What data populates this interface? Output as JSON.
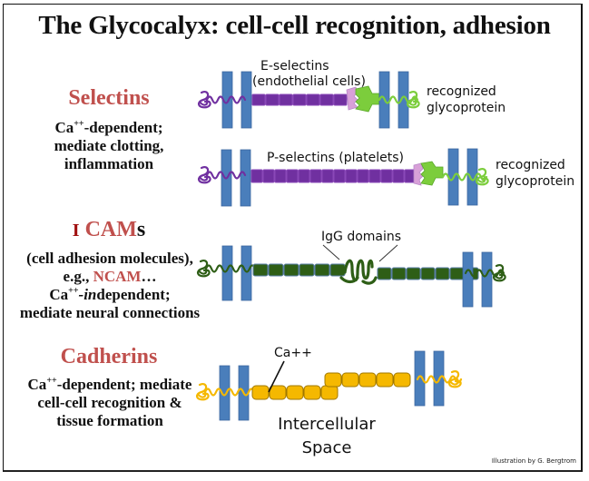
{
  "title": "The Glycocalyx: cell-cell recognition, adhesion",
  "credit": "Illustration by G. Bergtrom",
  "colors": {
    "membrane": "#4a7ebb",
    "selectin": "#7030a0",
    "selectin_binding": "#d8a0d8",
    "glycoprotein": "#7ccd3c",
    "cam": "#2e5e16",
    "cadherin": "#f5b800",
    "cadherin_outline": "#a07800",
    "heading": "#c0504d"
  },
  "sections": {
    "selectins": {
      "heading": "Selectins",
      "desc_line1_pre": "Ca",
      "desc_line1_sup": "++",
      "desc_line1_post": "-dependent;",
      "desc_line2": "mediate clotting,",
      "desc_line3": "inflammation",
      "e_selectin_label_1": "E-selectins",
      "e_selectin_label_2": "(endothelial cells)",
      "p_selectin_label": "P-selectins (platelets)",
      "recognized_1": "recognized",
      "recognized_2": "glycoprotein"
    },
    "cams": {
      "heading_prefix": "I",
      "heading_main": "CAM",
      "heading_suffix": "s",
      "desc_line1": "(cell adhesion molecules),",
      "desc_line2_pre": "e.g., ",
      "desc_line2_red": "NCAM",
      "desc_line2_post": "…",
      "desc_line3_pre": "Ca",
      "desc_line3_sup": "++",
      "desc_line3_italic": "-in",
      "desc_line3_post": "dependent;",
      "desc_line4": "mediate neural connections",
      "igg_label": "IgG domains"
    },
    "cadherins": {
      "heading": "Cadherins",
      "desc_line1_pre": "Ca",
      "desc_line1_sup": "++",
      "desc_line1_post": "-dependent; mediate",
      "desc_line2": "cell-cell recognition &",
      "desc_line3": "tissue formation",
      "ca_label": "Ca++",
      "space_label_1": "Intercellular",
      "space_label_2": "Space"
    }
  }
}
